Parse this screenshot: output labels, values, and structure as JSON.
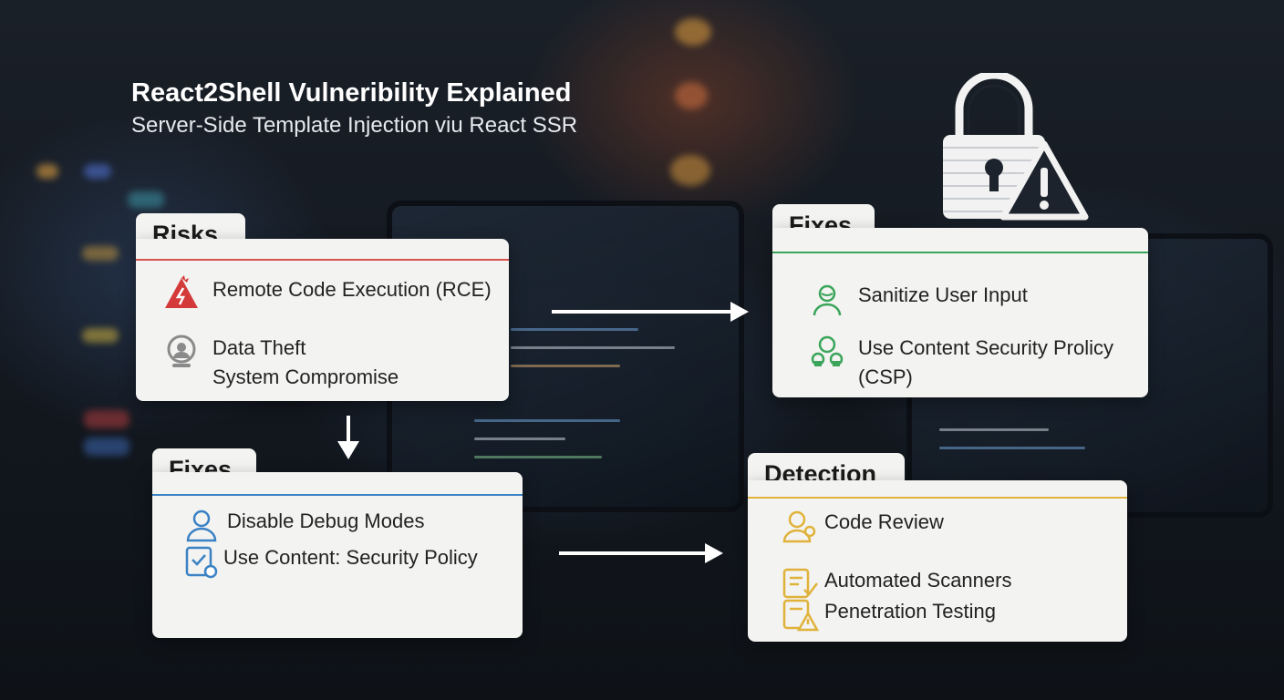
{
  "header": {
    "title": "React2Shell Vulneribility Explained",
    "subtitle": "Server-Side Template Injection viu React SSR"
  },
  "cards": {
    "risks": {
      "title": "Risks",
      "accent": "#d9534f",
      "items": [
        {
          "icon": "warning-explosion-icon",
          "lines": [
            "Remote Code Execution (RCE)"
          ]
        },
        {
          "icon": "webcam-user-icon",
          "lines": [
            "Data Theft",
            "System Compromise"
          ]
        }
      ]
    },
    "fixes_top": {
      "title": "Fixes",
      "accent": "#3aa55a",
      "items": [
        {
          "icon": "user-shield-icon",
          "lines": [
            "Sanitize User Input"
          ]
        },
        {
          "icon": "users-lock-icon",
          "lines": [
            "Use Content Security Prolicy (CSP)"
          ]
        }
      ]
    },
    "fixes_bottom": {
      "title": "Fixes",
      "accent": "#3b82c4",
      "items": [
        {
          "icon": "user-icon",
          "lines": [
            "Disable Debug Modes"
          ]
        },
        {
          "icon": "document-settings-icon",
          "lines": [
            "Use Content: Security Policy"
          ]
        }
      ]
    },
    "detection": {
      "title": "Detection",
      "accent": "#e0b23a",
      "items": [
        {
          "icon": "user-review-icon",
          "lines": [
            "Code Review"
          ]
        },
        {
          "icon": "document-check-icon",
          "lines": [
            "Automated Scanners"
          ]
        },
        {
          "icon": "document-warning-icon",
          "lines": [
            "Penetration Testing"
          ]
        }
      ]
    }
  },
  "decor": {
    "lock_icon": "padlock-warning-icon",
    "arrows": [
      "arrow-right",
      "arrow-down",
      "arrow-right"
    ]
  }
}
